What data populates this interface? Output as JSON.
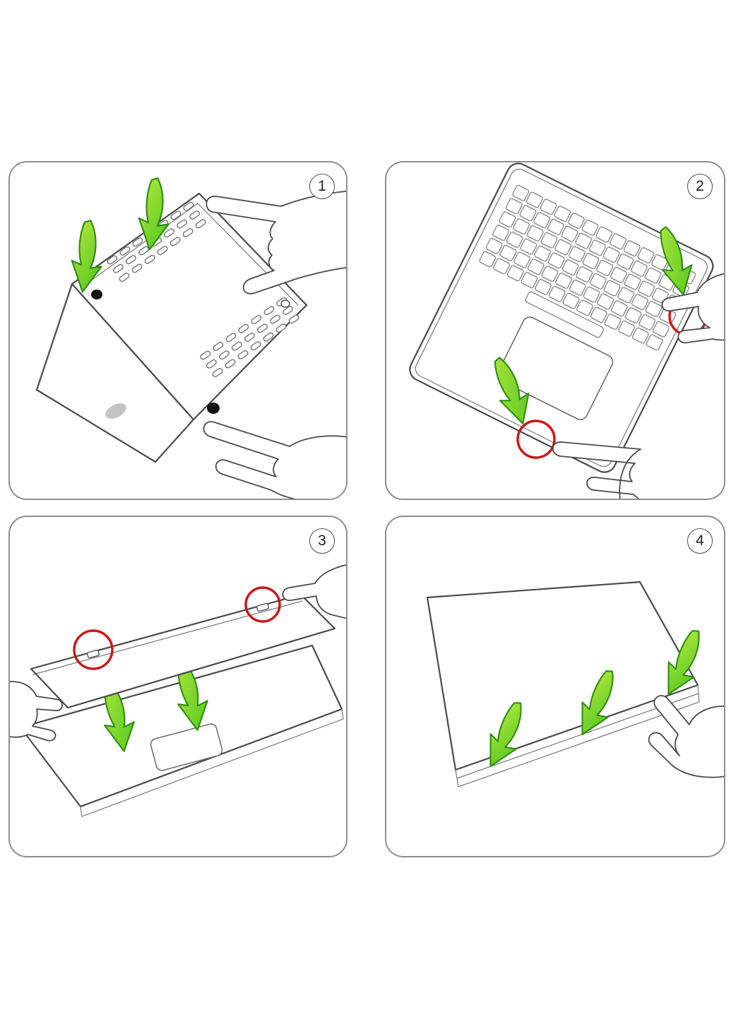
{
  "steps": [
    {
      "number": "1"
    },
    {
      "number": "2"
    },
    {
      "number": "3"
    },
    {
      "number": "4"
    }
  ],
  "colors": {
    "background": "#ffffff",
    "panel_border": "#8f8f8f",
    "line_art": "#4a4a4a",
    "arrow_green_light": "#b4e940",
    "arrow_green_dark": "#4fc41d",
    "arrow_outline": "#2e8c10",
    "highlight_red": "#cc1414",
    "foot_black": "#111111",
    "logo_gray": "#c4c4c4"
  },
  "icons": {
    "arrow": "green-curved-down-arrow",
    "highlight": "red-circle-outline",
    "badge": "numbered-circle"
  }
}
